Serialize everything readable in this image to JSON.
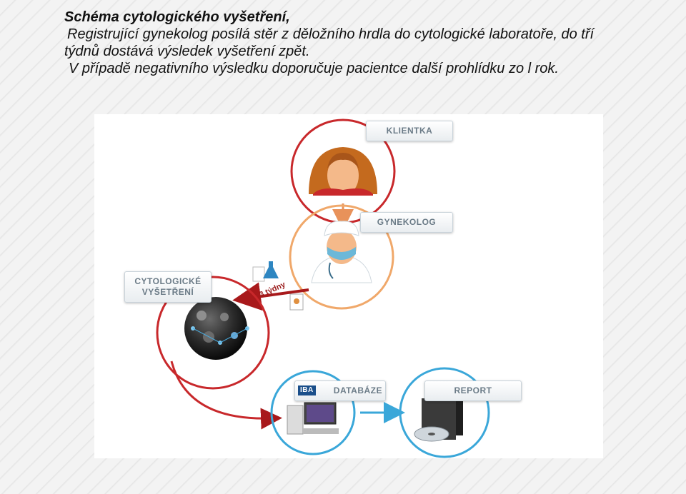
{
  "slide": {
    "title": "Schéma cytologického vyšetření,",
    "line1": "Registrující gynekolog posílá stěr z děložního hrdla do cytologické laboratoře, do tří",
    "line2": "týdnů dostává výsledek vyšetření zpět.",
    "line3": "V případě negativního výsledku doporučuje pacientce další prohlídku zo l rok."
  },
  "diagram": {
    "nodes": {
      "klientka": "KLIENTKA",
      "gynekolog": "GYNEKOLOG",
      "cytologicke_line1": "CYTOLOGICKÉ",
      "cytologicke_line2": "VYŠETŘENÍ",
      "databaze": "DATABÁZE",
      "report": "REPORT"
    },
    "arrow_label": "3 týdny",
    "iba_logo": "IBA"
  },
  "colors": {
    "red_ring": "#c8282b",
    "orange_ring": "#f0a86a",
    "blue_ring": "#3aa7d9",
    "arrow_red": "#a8191b"
  }
}
